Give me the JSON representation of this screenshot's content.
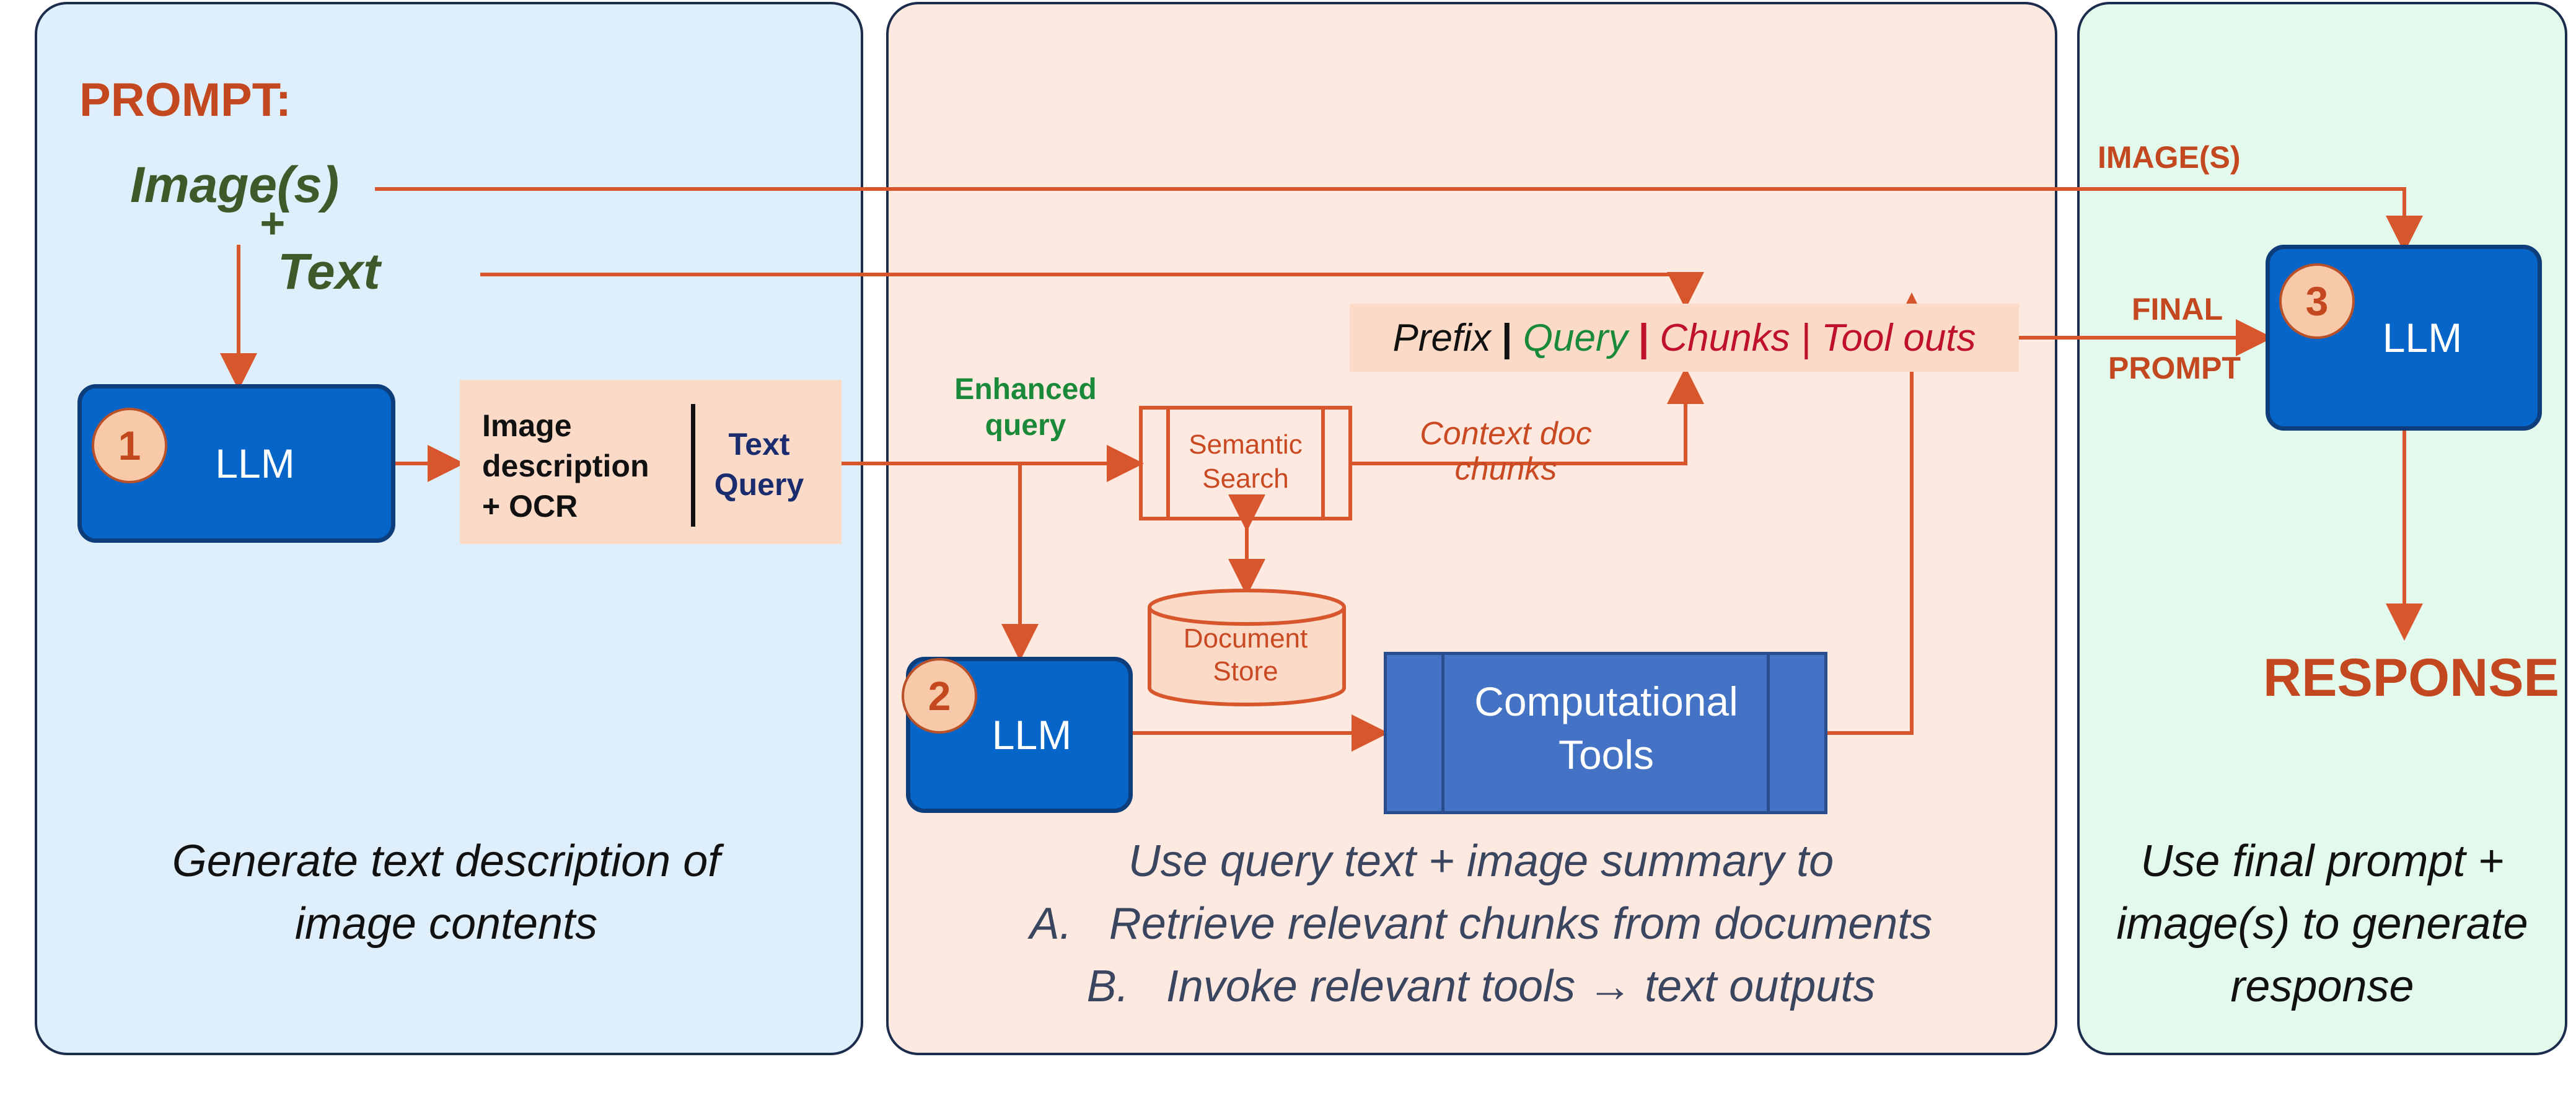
{
  "panels": {
    "left": {
      "prompt_title": "PROMPT:",
      "input_image": "Image(s)",
      "input_plus": "+",
      "input_text": "Text",
      "llm1": {
        "badge": "1",
        "label": "LLM"
      },
      "desc_block": {
        "line1": "Image",
        "line2": "description",
        "line3": "+ OCR",
        "query_line1": "Text",
        "query_line2": "Query"
      },
      "caption_line1": "Generate text description of",
      "caption_line2": "image contents"
    },
    "middle": {
      "enhanced_query_line1": "Enhanced",
      "enhanced_query_line2": "query",
      "semantic_search_line1": "Semantic",
      "semantic_search_line2": "Search",
      "context_line1": "Context doc",
      "context_line2": "chunks",
      "document_store_line1": "Document",
      "document_store_line2": "Store",
      "llm2": {
        "badge": "2",
        "label": "LLM"
      },
      "computational_tools_line1": "Computational",
      "computational_tools_line2": "Tools",
      "prefix_bar": {
        "prefix": "Prefix",
        "sep": " | ",
        "query": "Query",
        "chunks": "Chunks",
        "tool_outs": "Tool outs"
      },
      "caption_line1": "Use query text + image summary to",
      "caption_a": "A.   Retrieve relevant chunks from documents",
      "caption_b": "B.   Invoke relevant tools → text outputs"
    },
    "right": {
      "images_label": "IMAGE(S)",
      "final_label": "FINAL",
      "prompt_label": "PROMPT",
      "llm3": {
        "badge": "3",
        "label": "LLM"
      },
      "response": "RESPONSE",
      "caption_line1": "Use final prompt +",
      "caption_line2": "image(s) to generate",
      "caption_line3": "response"
    }
  },
  "colors": {
    "flow_arrow": "#d8562c",
    "left_panel": "#dfeefb",
    "middle_panel": "#fde9e0",
    "right_panel": "#e3f9ec",
    "llm_box": "#0565c8",
    "tools_box": "#4472c4",
    "query_green": "#1a8a3a",
    "chunks_red": "#c0112a"
  }
}
